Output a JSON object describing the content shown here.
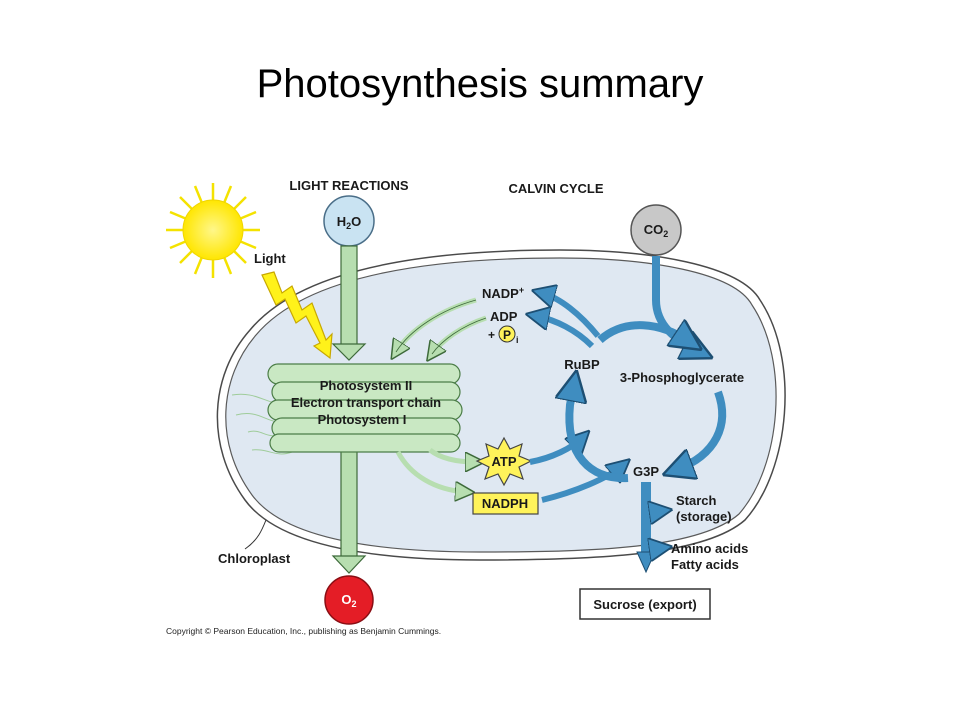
{
  "title": "Photosynthesis summary",
  "colors": {
    "chloroplast_fill": "#dfe8f2",
    "light_arrow_green": "#b7deb0",
    "calvin_arrow_blue": "#3f8dc0",
    "sun_yellow": "#fff21a",
    "o2_red": "#e41d26",
    "atp_yellow": "#fff35a"
  },
  "diagram": {
    "light_reactions": "LIGHT REACTIONS",
    "calvin_cycle": "CALVIN CYCLE",
    "light": "Light",
    "h2o": "H",
    "h2o_sub": "2",
    "h2o_tail": "O",
    "co2": "CO",
    "co2_sub": "2",
    "o2": "O",
    "o2_sub": "2",
    "nadp": "NADP",
    "nadp_sup": "+",
    "adp": "ADP",
    "pi_plus": "+",
    "pi_letter": "P",
    "pi_sub": "i",
    "photosystem_ii": "Photosystem II",
    "etc": "Electron transport chain",
    "photosystem_i": "Photosystem I",
    "atp": "ATP",
    "nadph": "NADPH",
    "rubp": "RuBP",
    "pga": "3-Phosphoglycerate",
    "g3p": "G3P",
    "starch": "Starch",
    "starch_storage": "(storage)",
    "amino_acids": "Amino acids",
    "fatty_acids": "Fatty acids",
    "sucrose": "Sucrose (export)",
    "chloroplast": "Chloroplast"
  },
  "copyright": "Copyright © Pearson Education, Inc., publishing as Benjamin Cummings."
}
